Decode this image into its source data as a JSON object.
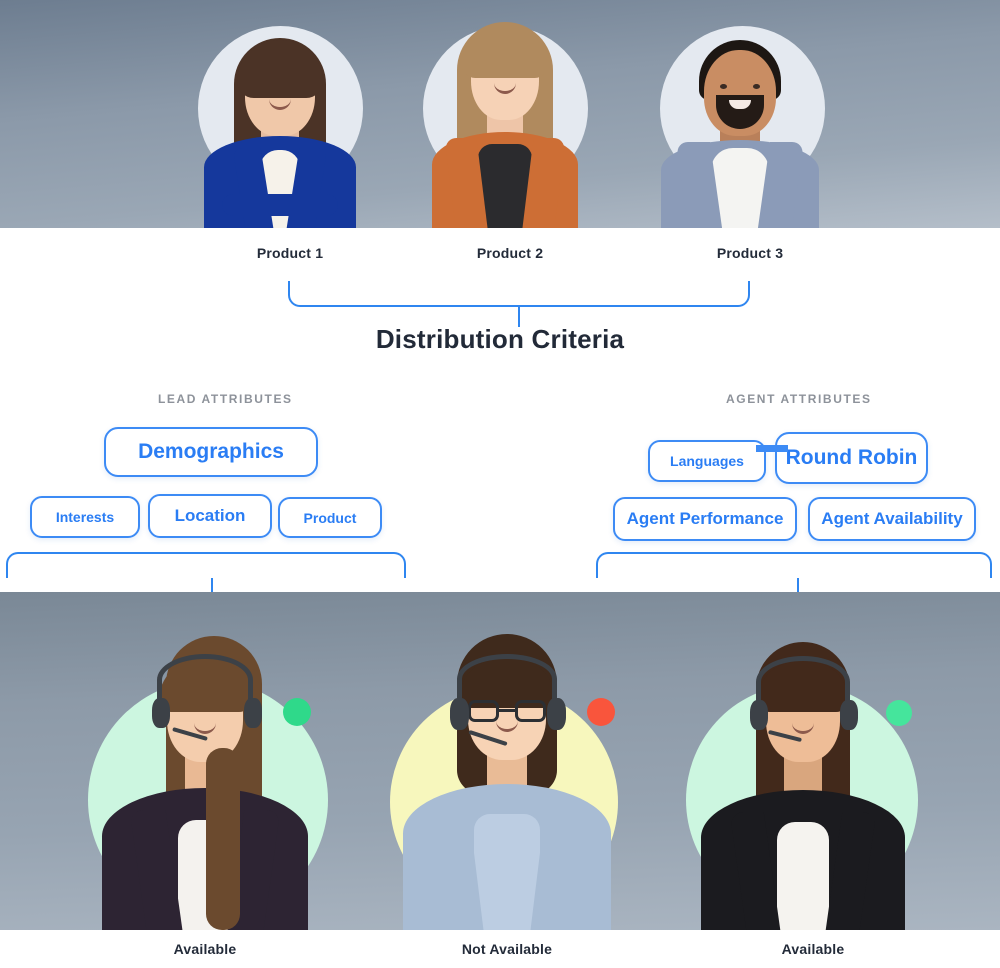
{
  "diagram": {
    "title": "Distribution Criteria",
    "accent_color": "#2f86f0",
    "pill_border_color": "#3d8bf5",
    "pill_text_color": "#2a7df4",
    "caption_color": "#232b39",
    "section_head_color": "#8d929a"
  },
  "products": {
    "items": [
      {
        "label": "Product 1",
        "halo_color": "#e4e9f0"
      },
      {
        "label": "Product 2",
        "halo_color": "#e4e9f0"
      },
      {
        "label": "Product 3",
        "halo_color": "#e4e9f0"
      }
    ]
  },
  "lead_attributes": {
    "heading": "LEAD ATTRIBUTES",
    "primary": {
      "label": "Demographics"
    },
    "secondary": [
      {
        "label": "Interests"
      },
      {
        "label": "Location"
      },
      {
        "label": "Product"
      }
    ]
  },
  "agent_attributes": {
    "heading": "AGENT ATTRIBUTES",
    "primary": {
      "label": "Round Robin"
    },
    "side": {
      "label": "Languages"
    },
    "secondary": [
      {
        "label": "Agent Performance"
      },
      {
        "label": "Agent Availability"
      }
    ]
  },
  "agents": {
    "items": [
      {
        "label": "Available",
        "status": "available",
        "dot_color": "#2fd98a",
        "halo_color": "#ccf6e0"
      },
      {
        "label": "Not Available",
        "status": "not-available",
        "dot_color": "#f9553c",
        "halo_color": "#f7f7bd"
      },
      {
        "label": "Available",
        "status": "available",
        "dot_color": "#45e59c",
        "halo_color": "#ccf6e0"
      }
    ]
  }
}
